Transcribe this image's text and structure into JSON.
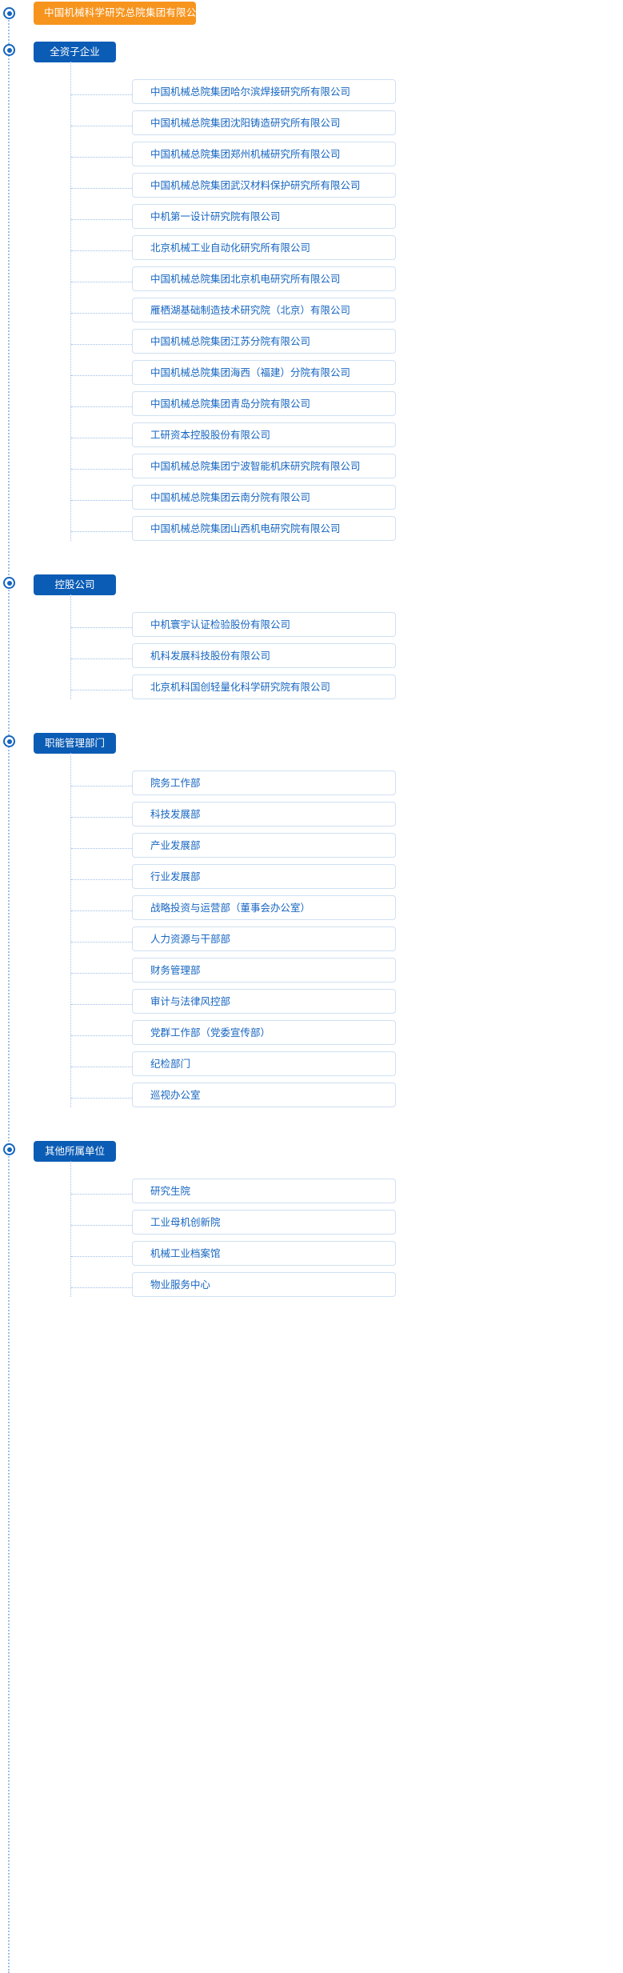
{
  "colors": {
    "root_bg": "#f7941d",
    "section_bg": "#0b5cb5",
    "card_border": "#cfe0f2",
    "card_text": "#1565c0",
    "rail": "#9fc0e8",
    "marker": "#1565c0"
  },
  "root": {
    "label": "中国机械科学研究总院集团有限公司",
    "marker_icon": "timeline-dot-icon"
  },
  "sections": [
    {
      "label": "全资子企业",
      "marker_icon": "timeline-dot-icon",
      "items": [
        "中国机械总院集团哈尔滨焊接研究所有限公司",
        "中国机械总院集团沈阳铸造研究所有限公司",
        "中国机械总院集团郑州机械研究所有限公司",
        "中国机械总院集团武汉材料保护研究所有限公司",
        "中机第一设计研究院有限公司",
        "北京机械工业自动化研究所有限公司",
        "中国机械总院集团北京机电研究所有限公司",
        "雁栖湖基础制造技术研究院（北京）有限公司",
        "中国机械总院集团江苏分院有限公司",
        "中国机械总院集团海西（福建）分院有限公司",
        "中国机械总院集团青岛分院有限公司",
        "工研资本控股股份有限公司",
        "中国机械总院集团宁波智能机床研究院有限公司",
        "中国机械总院集团云南分院有限公司",
        "中国机械总院集团山西机电研究院有限公司"
      ]
    },
    {
      "label": "控股公司",
      "marker_icon": "timeline-dot-icon",
      "items": [
        "中机寰宇认证检验股份有限公司",
        "机科发展科技股份有限公司",
        "北京机科国创轻量化科学研究院有限公司"
      ]
    },
    {
      "label": "职能管理部门",
      "marker_icon": "timeline-dot-icon",
      "items": [
        "院务工作部",
        "科技发展部",
        "产业发展部",
        "行业发展部",
        "战略投资与运营部（董事会办公室）",
        "人力资源与干部部",
        "财务管理部",
        "审计与法律风控部",
        "党群工作部（党委宣传部）",
        "纪检部门",
        "巡视办公室"
      ]
    },
    {
      "label": "其他所属单位",
      "marker_icon": "timeline-dot-icon",
      "items": [
        "研究生院",
        "工业母机创新院",
        "机械工业档案馆",
        "物业服务中心"
      ]
    }
  ]
}
